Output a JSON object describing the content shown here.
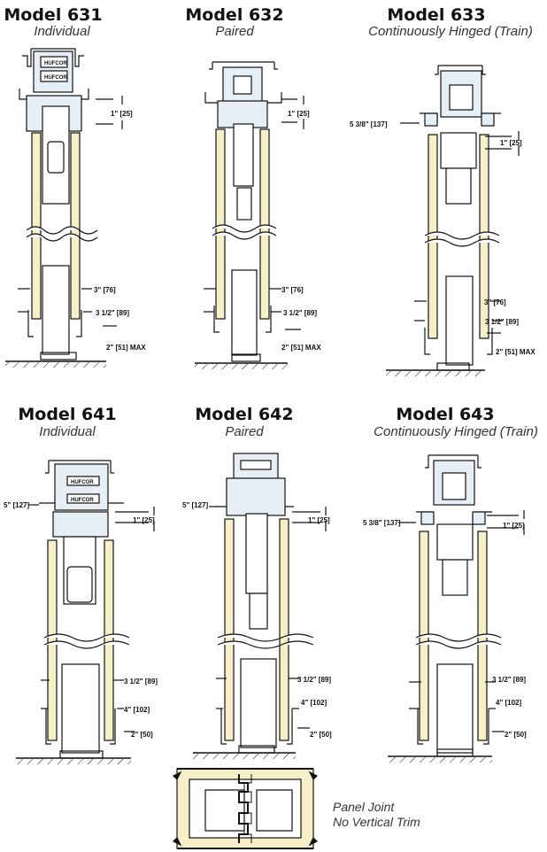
{
  "colors": {
    "panel_fill": "#f7efc8",
    "rail_fill": "#e6eef6",
    "line": "#111111"
  },
  "models": [
    {
      "id": "631",
      "title": "Model 631",
      "subtitle": "Individual",
      "dims": [
        "1\" [25]",
        "3\" [76]",
        "3 1/2\" [89]",
        "2\" [51] MAX"
      ],
      "has_logo": true
    },
    {
      "id": "632",
      "title": "Model 632",
      "subtitle": "Paired",
      "dims": [
        "1\" [25]",
        "3\" [76]",
        "3 1/2\" [89]",
        "2\" [51] MAX"
      ],
      "has_logo": false
    },
    {
      "id": "633",
      "title": "Model 633",
      "subtitle": "Continuously Hinged (Train)",
      "dims": [
        "5 3/8\" [137]",
        "1\" [25]",
        "3\" [76]",
        "3 1/2\" [89]",
        "2\" [51] MAX"
      ],
      "has_logo": false
    },
    {
      "id": "641",
      "title": "Model 641",
      "subtitle": "Individual",
      "dims": [
        "5\" [127]",
        "1\" [25]",
        "3 1/2\" [89]",
        "4\" [102]",
        "2\" [50]"
      ],
      "has_logo": true
    },
    {
      "id": "642",
      "title": "Model 642",
      "subtitle": "Paired",
      "dims": [
        "5\" [127]",
        "1\" [25]",
        "3 1/2\" [89]",
        "4\" [102]",
        "2\" [50]"
      ],
      "has_logo": false
    },
    {
      "id": "643",
      "title": "Model 643",
      "subtitle": "Continuously Hinged (Train)",
      "dims": [
        "5 3/8\" [137]",
        "1\" [25]",
        "3 1/2\" [89]",
        "4\" [102]",
        "2\" [50]"
      ],
      "has_logo": false
    }
  ],
  "logo_text": "HUFCOR",
  "panel_joint": {
    "line1": "Panel Joint",
    "line2": "No Vertical Trim"
  }
}
